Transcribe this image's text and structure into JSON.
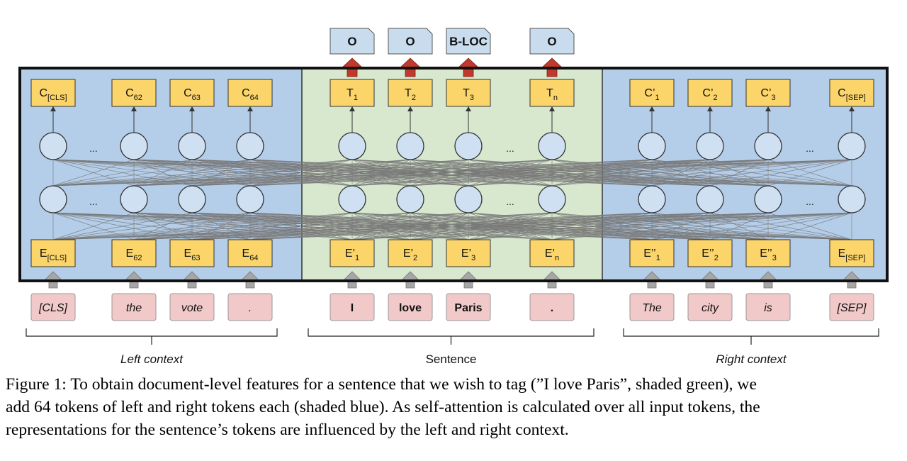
{
  "outputs": [
    {
      "label": "O",
      "col": 4
    },
    {
      "label": "O",
      "col": 5
    },
    {
      "label": "B-LOC",
      "col": 6
    },
    {
      "label": "O",
      "col": 7
    }
  ],
  "columns": [
    {
      "region": "left",
      "top": {
        "main": "C",
        "sub": "[CLS]",
        "prime": ""
      },
      "emb": {
        "main": "E",
        "sub": "[CLS]",
        "prime": ""
      },
      "token": {
        "text": "[CLS]",
        "style": "italic"
      }
    },
    {
      "region": "left",
      "top": {
        "main": "C",
        "sub": "62",
        "prime": ""
      },
      "emb": {
        "main": "E",
        "sub": "62",
        "prime": ""
      },
      "token": {
        "text": "the",
        "style": "italic"
      }
    },
    {
      "region": "left",
      "top": {
        "main": "C",
        "sub": "63",
        "prime": ""
      },
      "emb": {
        "main": "E",
        "sub": "63",
        "prime": ""
      },
      "token": {
        "text": "vote",
        "style": "italic"
      }
    },
    {
      "region": "left",
      "top": {
        "main": "C",
        "sub": "64",
        "prime": ""
      },
      "emb": {
        "main": "E",
        "sub": "64",
        "prime": ""
      },
      "token": {
        "text": ".",
        "style": "italic"
      }
    },
    {
      "region": "sentence",
      "top": {
        "main": "T",
        "sub": "1",
        "prime": ""
      },
      "emb": {
        "main": "E",
        "sub": "1",
        "prime": "’"
      },
      "token": {
        "text": "I",
        "style": "bold"
      }
    },
    {
      "region": "sentence",
      "top": {
        "main": "T",
        "sub": "2",
        "prime": ""
      },
      "emb": {
        "main": "E",
        "sub": "2",
        "prime": "’"
      },
      "token": {
        "text": "love",
        "style": "bold"
      }
    },
    {
      "region": "sentence",
      "top": {
        "main": "T",
        "sub": "3",
        "prime": ""
      },
      "emb": {
        "main": "E",
        "sub": "3",
        "prime": "’"
      },
      "token": {
        "text": "Paris",
        "style": "bold"
      }
    },
    {
      "region": "sentence",
      "top": {
        "main": "T",
        "sub": "n",
        "prime": ""
      },
      "emb": {
        "main": "E",
        "sub": "n",
        "prime": "’"
      },
      "token": {
        "text": ".",
        "style": "bold"
      }
    },
    {
      "region": "right",
      "top": {
        "main": "C",
        "sub": "1",
        "prime": "’"
      },
      "emb": {
        "main": "E",
        "sub": "1",
        "prime": "’’"
      },
      "token": {
        "text": "The",
        "style": "italic"
      }
    },
    {
      "region": "right",
      "top": {
        "main": "C",
        "sub": "2",
        "prime": "’"
      },
      "emb": {
        "main": "E",
        "sub": "2",
        "prime": "’’"
      },
      "token": {
        "text": "city",
        "style": "italic"
      }
    },
    {
      "region": "right",
      "top": {
        "main": "C",
        "sub": "3",
        "prime": "’"
      },
      "emb": {
        "main": "E",
        "sub": "3",
        "prime": "’’"
      },
      "token": {
        "text": "is",
        "style": "italic"
      }
    },
    {
      "region": "right",
      "top": {
        "main": "C",
        "sub": "[SEP]",
        "prime": ""
      },
      "emb": {
        "main": "E",
        "sub": "[SEP]",
        "prime": ""
      },
      "token": {
        "text": "[SEP]",
        "style": "italic"
      }
    }
  ],
  "ellipsis": "...",
  "brackets": {
    "left": "Left context",
    "sentence": "Sentence",
    "right": "Right context"
  },
  "colors": {
    "context_bg": "#b4cde8",
    "sentence_bg": "#d7e8cf",
    "yellow_box": "#fbd56a",
    "node": "#cfe0f3",
    "output_box": "#c9dcee",
    "token_box": "#f2c9c9",
    "red_arrow": "#c0392b",
    "gray_arrow": "#a6a6a6",
    "lines": "#777777"
  },
  "caption": {
    "line1": "Figure 1: To obtain document-level features for a sentence that we wish to tag (”I love Paris”, shaded green), we",
    "line2": "add 64 tokens of left and right tokens each (shaded blue). As self-attention is calculated over all input tokens, the",
    "line3": "representations for the sentence’s tokens are influenced by the left and right context."
  }
}
